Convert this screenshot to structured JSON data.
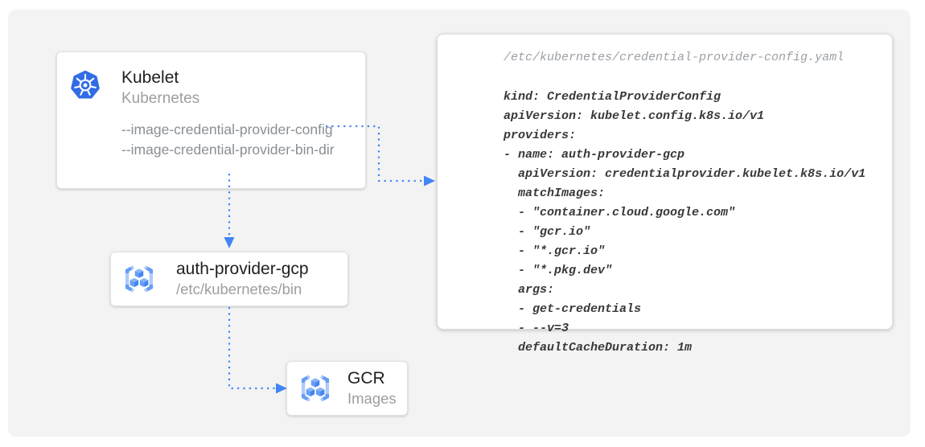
{
  "diagram": {
    "kubelet_card": {
      "title": "Kubelet",
      "subtitle": "Kubernetes",
      "flags": [
        "--image-credential-provider-config",
        "--image-credential-provider-bin-dir"
      ],
      "icon": "kubernetes-helm-icon"
    },
    "auth_provider_card": {
      "title": "auth-provider-gcp",
      "subtitle": "/etc/kubernetes/bin",
      "icon": "container-registry-cubes-icon"
    },
    "gcr_card": {
      "title": "GCR",
      "subtitle": "Images",
      "icon": "container-registry-cubes-icon"
    },
    "config_panel": {
      "filename": "/etc/kubernetes/credential-provider-config.yaml",
      "code_lines": [
        "kind: CredentialProviderConfig",
        "apiVersion: kubelet.config.k8s.io/v1",
        "providers:",
        "- name: auth-provider-gcp",
        "  apiVersion: credentialprovider.kubelet.k8s.io/v1",
        "  matchImages:",
        "  - \"container.cloud.google.com\"",
        "  - \"gcr.io\"",
        "  - \"*.gcr.io\"",
        "  - \"*.pkg.dev\"",
        "  args:",
        "  - get-credentials",
        "  - --v=3",
        "  defaultCacheDuration: 1m"
      ]
    },
    "colors": {
      "arrow_blue": "#4285f4",
      "kubernetes_blue": "#326ce5",
      "icon_light_blue": "#aecbfa",
      "icon_mid_blue": "#669df6",
      "icon_dark_blue": "#4285f4",
      "canvas_gray": "#f3f3f3",
      "title_text": "#1f1f1f",
      "subtitle_text": "#9e9e9e",
      "code_text": "#37393b",
      "filename_text": "#9aa0a6"
    }
  }
}
